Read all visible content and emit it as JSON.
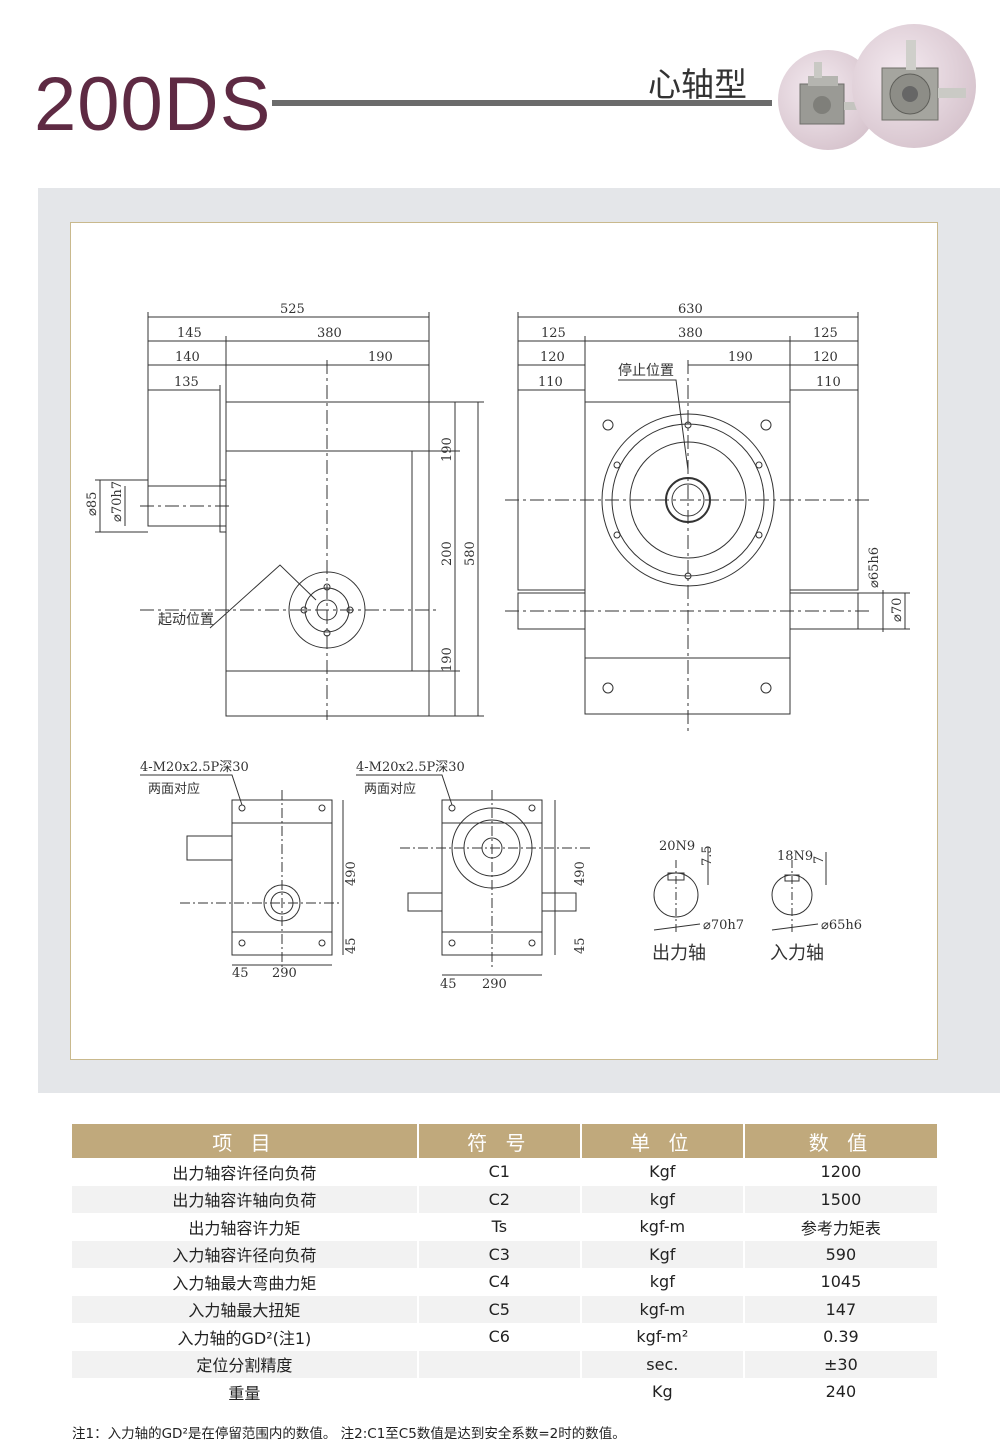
{
  "header": {
    "model": "200DS",
    "type_label": "心轴型"
  },
  "drawing": {
    "top_left": {
      "overall_width": "525",
      "d145": "145",
      "d380": "380",
      "d140": "140",
      "d190": "190",
      "d135": "135",
      "d85": "⌀85",
      "d70h7": "⌀70h7",
      "h190a": "190",
      "h200": "200",
      "h580": "580",
      "h190b": "190",
      "start_position": "起动位置"
    },
    "top_right": {
      "overall_width": "630",
      "d125a": "125",
      "d380": "380",
      "d125b": "125",
      "d120a": "120",
      "d190": "190",
      "d120b": "120",
      "d110a": "110",
      "d110b": "110",
      "stop_position": "停止位置",
      "d65h6": "⌀65h6",
      "d70": "⌀70"
    },
    "bottom": {
      "thread_a": "4-M20x2.5P深30",
      "both_sides_a": "两面对应",
      "thread_b": "4-M20x2.5P深30",
      "both_sides_b": "两面对应",
      "h490a": "490",
      "h45a": "45",
      "w45a": "45",
      "w290a": "290",
      "h490b": "490",
      "h45b": "45",
      "w45b": "45",
      "w290b": "290",
      "out_key": "20N9",
      "out_depth": "7.5",
      "out_dia": "⌀70h7",
      "out_label": "出力轴",
      "in_key": "18N9",
      "in_depth": "7",
      "in_dia": "⌀65h6",
      "in_label": "入力轴"
    }
  },
  "table": {
    "headers": [
      "项 目",
      "符 号",
      "单 位",
      "数 值"
    ],
    "rows": [
      [
        "出力轴容许径向负荷",
        "C1",
        "Kgf",
        "1200"
      ],
      [
        "出力轴容许轴向负荷",
        "C2",
        "kgf",
        "1500"
      ],
      [
        "出力轴容许力矩",
        "Ts",
        "kgf-m",
        "参考力矩表"
      ],
      [
        "入力轴容许径向负荷",
        "C3",
        "Kgf",
        "590"
      ],
      [
        "入力轴最大弯曲力矩",
        "C4",
        "kgf",
        "1045"
      ],
      [
        "入力轴最大扭矩",
        "C5",
        "kgf-m",
        "147"
      ],
      [
        "入力轴的GD²(注1)",
        "C6",
        "kgf-m²",
        "0.39"
      ],
      [
        "定位分割精度",
        "",
        "sec.",
        "±30"
      ],
      [
        "重量",
        "",
        "Kg",
        "240"
      ]
    ]
  },
  "notes": "注1：入力轴的GD²是在停留范围内的数值。  注2:C1至C5数值是达到安全系数=2时的数值。"
}
